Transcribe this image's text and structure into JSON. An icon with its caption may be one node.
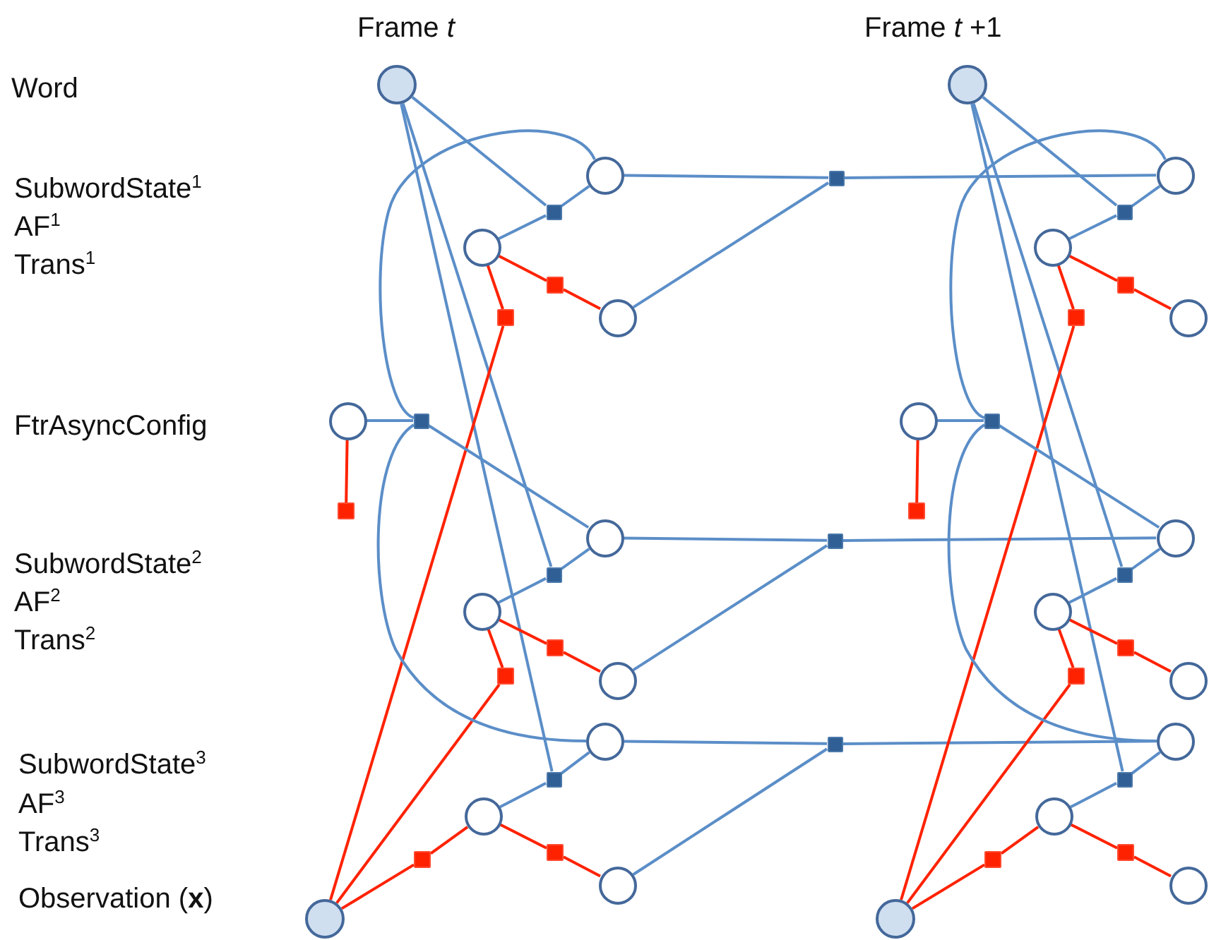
{
  "diagram": {
    "nodes": [
      {
        "text": [],
        "shape": "circle"
      },
      {
        "text": [],
        "shape": "circle"
      },
      {
        "text": [],
        "shape": "box"
      },
      {
        "text": [],
        "shape": "circle"
      },
      {
        "text": [],
        "shape": "box"
      },
      {
        "text": [],
        "shape": "circle"
      },
      {
        "text": [],
        "shape": "box"
      },
      {
        "text": [],
        "shape": "circle"
      },
      {
        "text": [],
        "shape": "box"
      },
      {
        "text": [],
        "shape": "box"
      },
      {
        "text": [],
        "shape": "circle"
      },
      {
        "text": [],
        "shape": "box"
      },
      {
        "text": [],
        "shape": "circle"
      },
      {
        "text": [],
        "shape": "box"
      },
      {
        "text": [],
        "shape": "circle"
      },
      {
        "text": [],
        "shape": "box"
      },
      {
        "text": [],
        "shape": "circle"
      },
      {
        "text": [],
        "shape": "box"
      },
      {
        "text": [],
        "shape": "circle"
      },
      {
        "text": [],
        "shape": "box"
      },
      {
        "text": [],
        "shape": "circle"
      },
      {
        "text": [],
        "shape": "box"
      },
      {
        "text": [],
        "shape": "circle"
      },
      {
        "text": [],
        "shape": "box"
      },
      {
        "text": [],
        "shape": "box"
      },
      {
        "text": [],
        "shape": "box"
      },
      {
        "text": [],
        "shape": "circle"
      },
      {
        "text": [],
        "shape": "circle"
      },
      {
        "text": [],
        "shape": "box"
      },
      {
        "text": [],
        "shape": "circle"
      },
      {
        "text": [],
        "shape": "box"
      },
      {
        "text": [],
        "shape": "circle"
      },
      {
        "text": [],
        "shape": "box"
      },
      {
        "text": [],
        "shape": "circle"
      },
      {
        "text": [],
        "shape": "box"
      },
      {
        "text": [],
        "shape": "box"
      },
      {
        "text": [],
        "shape": "circle"
      },
      {
        "text": [],
        "shape": "box"
      },
      {
        "text": [],
        "shape": "circle"
      },
      {
        "text": [],
        "shape": "box"
      },
      {
        "text": [],
        "shape": "circle"
      },
      {
        "text": [],
        "shape": "box"
      },
      {
        "text": [],
        "shape": "circle"
      },
      {
        "text": [],
        "shape": "box"
      },
      {
        "text": [],
        "shape": "circle"
      },
      {
        "text": [],
        "shape": "box"
      },
      {
        "text": [],
        "shape": "circle"
      },
      {
        "text": [],
        "shape": "box"
      },
      {
        "text": [],
        "shape": "circle"
      }
    ],
    "edges": [
      {
        "from": 0,
        "to": 2,
        "arrow": "none"
      },
      {
        "from": 0,
        "to": 11,
        "arrow": "none"
      },
      {
        "from": 0,
        "to": 17,
        "arrow": "none"
      },
      {
        "from": 2,
        "to": 1,
        "arrow": "none"
      },
      {
        "from": 2,
        "to": 3,
        "arrow": "none"
      },
      {
        "from": 11,
        "to": 10,
        "arrow": "none"
      },
      {
        "from": 11,
        "to": 12,
        "arrow": "none"
      },
      {
        "from": 17,
        "to": 16,
        "arrow": "none"
      },
      {
        "from": 17,
        "to": 18,
        "arrow": "none"
      },
      {
        "from": 3,
        "to": 4,
        "arrow": "none",
        "color": "#ff2200"
      },
      {
        "from": 4,
        "to": 5,
        "arrow": "none",
        "color": "#ff2200"
      },
      {
        "from": 3,
        "to": 6,
        "arrow": "none",
        "color": "#ff2200"
      },
      {
        "from": 6,
        "to": 22,
        "arrow": "none",
        "color": "#ff2200"
      },
      {
        "from": 12,
        "to": 13,
        "arrow": "none",
        "color": "#ff2200"
      },
      {
        "from": 13,
        "to": 14,
        "arrow": "none",
        "color": "#ff2200"
      },
      {
        "from": 12,
        "to": 15,
        "arrow": "none",
        "color": "#ff2200"
      },
      {
        "from": 15,
        "to": 22,
        "arrow": "none",
        "color": "#ff2200"
      },
      {
        "from": 18,
        "to": 19,
        "arrow": "none",
        "color": "#ff2200"
      },
      {
        "from": 19,
        "to": 20,
        "arrow": "none",
        "color": "#ff2200"
      },
      {
        "from": 18,
        "to": 21,
        "arrow": "none",
        "color": "#ff2200"
      },
      {
        "from": 21,
        "to": 22,
        "arrow": "none",
        "color": "#ff2200"
      },
      {
        "from": 7,
        "to": 8,
        "arrow": "none"
      },
      {
        "from": 7,
        "to": 9,
        "arrow": "none",
        "color": "#ff2200"
      },
      {
        "from": 8,
        "to": 1,
        "arrow": "none"
      },
      {
        "from": 8,
        "to": 10,
        "arrow": "none"
      },
      {
        "from": 8,
        "to": 16,
        "arrow": "none"
      },
      {
        "from": 1,
        "to": 23,
        "arrow": "none"
      },
      {
        "from": 5,
        "to": 23,
        "arrow": "none"
      },
      {
        "from": 23,
        "to": 27,
        "arrow": "none"
      },
      {
        "from": 10,
        "to": 24,
        "arrow": "none"
      },
      {
        "from": 14,
        "to": 24,
        "arrow": "none"
      },
      {
        "from": 24,
        "to": 36,
        "arrow": "none"
      },
      {
        "from": 16,
        "to": 25,
        "arrow": "none"
      },
      {
        "from": 20,
        "to": 25,
        "arrow": "none"
      },
      {
        "from": 25,
        "to": 42,
        "arrow": "none"
      },
      {
        "from": 26,
        "to": 28,
        "arrow": "none"
      },
      {
        "from": 26,
        "to": 37,
        "arrow": "none"
      },
      {
        "from": 26,
        "to": 43,
        "arrow": "none"
      },
      {
        "from": 28,
        "to": 27,
        "arrow": "none"
      },
      {
        "from": 28,
        "to": 29,
        "arrow": "none"
      },
      {
        "from": 37,
        "to": 36,
        "arrow": "none"
      },
      {
        "from": 37,
        "to": 38,
        "arrow": "none"
      },
      {
        "from": 43,
        "to": 42,
        "arrow": "none"
      },
      {
        "from": 43,
        "to": 44,
        "arrow": "none"
      },
      {
        "from": 29,
        "to": 30,
        "arrow": "none",
        "color": "#ff2200"
      },
      {
        "from": 30,
        "to": 31,
        "arrow": "none",
        "color": "#ff2200"
      },
      {
        "from": 29,
        "to": 32,
        "arrow": "none",
        "color": "#ff2200"
      },
      {
        "from": 32,
        "to": 48,
        "arrow": "none",
        "color": "#ff2200"
      },
      {
        "from": 38,
        "to": 39,
        "arrow": "none",
        "color": "#ff2200"
      },
      {
        "from": 39,
        "to": 40,
        "arrow": "none",
        "color": "#ff2200"
      },
      {
        "from": 38,
        "to": 41,
        "arrow": "none",
        "color": "#ff2200"
      },
      {
        "from": 41,
        "to": 48,
        "arrow": "none",
        "color": "#ff2200"
      },
      {
        "from": 44,
        "to": 45,
        "arrow": "none",
        "color": "#ff2200"
      },
      {
        "from": 45,
        "to": 46,
        "arrow": "none",
        "color": "#ff2200"
      },
      {
        "from": 44,
        "to": 47,
        "arrow": "none",
        "color": "#ff2200"
      },
      {
        "from": 47,
        "to": 48,
        "arrow": "none",
        "color": "#ff2200"
      },
      {
        "from": 33,
        "to": 34,
        "arrow": "none"
      },
      {
        "from": 33,
        "to": 35,
        "arrow": "none",
        "color": "#ff2200"
      },
      {
        "from": 34,
        "to": 27,
        "arrow": "none"
      },
      {
        "from": 34,
        "to": 36,
        "arrow": "none"
      },
      {
        "from": 34,
        "to": 42,
        "arrow": "none"
      }
    ],
    "labels": [
      "Frame *t*",
      "Frame *t* +1",
      "Word",
      "SubwordState$^{1}$",
      "AF$^{1}$",
      "Trans$^{1}$",
      "FtrAsyncConfig",
      "SubwordState$^{2}$",
      "AF$^{2}$",
      "Trans$^{2}$",
      "SubwordState$^{3}$",
      "AF$^{3}$",
      "Trans$^{3}$",
      "Observation (**x**)"
    ]
  }
}
